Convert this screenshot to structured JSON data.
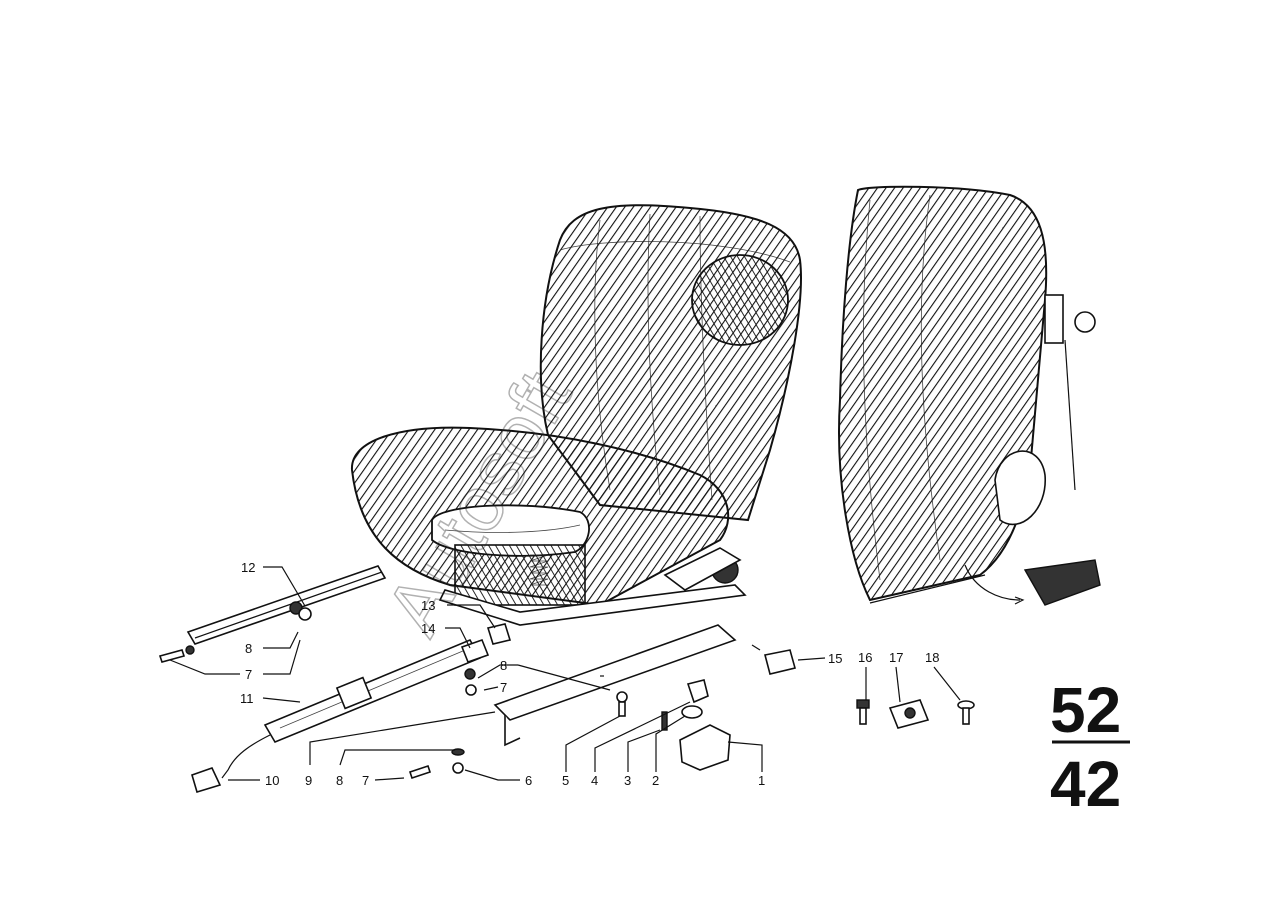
{
  "diagram": {
    "watermark": "Autosoft",
    "group_top": "52",
    "group_bottom": "42",
    "callouts": [
      "1",
      "2",
      "3",
      "4",
      "5",
      "6",
      "7",
      "7",
      "7",
      "8",
      "8",
      "8",
      "9",
      "10",
      "11",
      "12",
      "13",
      "14",
      "15",
      "16",
      "17",
      "18"
    ]
  }
}
